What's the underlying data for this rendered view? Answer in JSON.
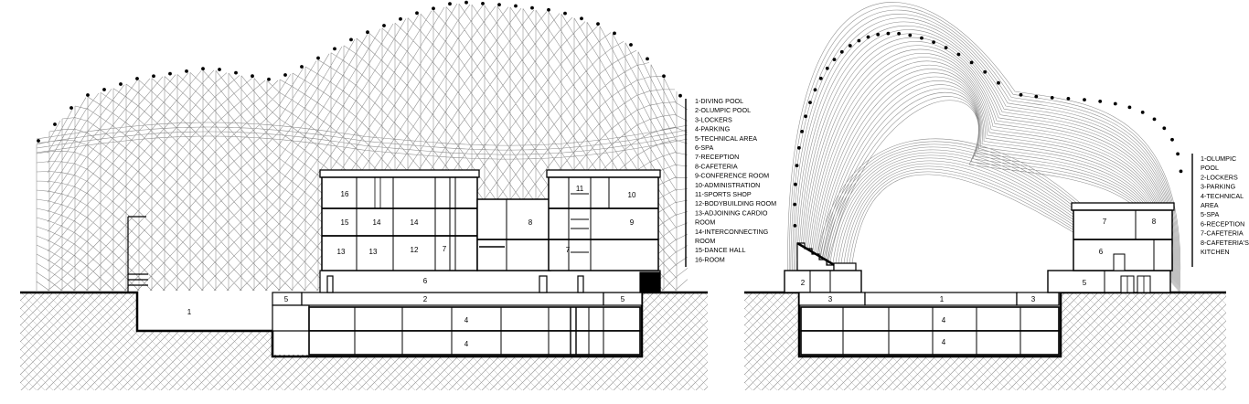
{
  "legend_left": [
    "1-DIVING POOL",
    "2-OLUMPIC POOL",
    "3-LOCKERS",
    "4-PARKING",
    "5-TECHNICAL AREA",
    "6-SPA",
    "7-RECEPTION",
    "8-CAFETERIA",
    "9-CONFERENCE ROOM",
    "10-ADMINISTRATION",
    "11-SPORTS SHOP",
    "12-BODYBUILDING ROOM",
    "13-ADJOINING CARDIO",
    "ROOM",
    "14-INTERCONNECTING",
    "ROOM",
    "15-DANCE HALL",
    "16-ROOM"
  ],
  "legend_right": [
    "1-OLUMPIC",
    "POOL",
    "2-LOCKERS",
    "3-PARKING",
    "4-TECHNICAL",
    "AREA",
    "5-SPA",
    "6-RECEPTION",
    "7-CAFETERIA",
    "8-CAFETERIA'S",
    "KITCHEN"
  ],
  "left_section_labels": {
    "r16": "16",
    "r15": "15",
    "r14a": "14",
    "r14b": "14",
    "r13a": "13",
    "r13b": "13",
    "r12": "12",
    "r7": "7",
    "r11": "11",
    "r10": "10",
    "r9": "9",
    "r8": "8",
    "r7b": "7",
    "r6": "6",
    "r5a": "5",
    "r5b": "5",
    "r2": "2",
    "r1": "1",
    "r4a": "4",
    "r4b": "4"
  },
  "right_section_labels": {
    "r7": "7",
    "r8": "8",
    "r6": "6",
    "r5": "5",
    "r2": "2",
    "r3a": "3",
    "r3b": "3",
    "r1": "1",
    "r4a": "4",
    "r4b": "4"
  }
}
